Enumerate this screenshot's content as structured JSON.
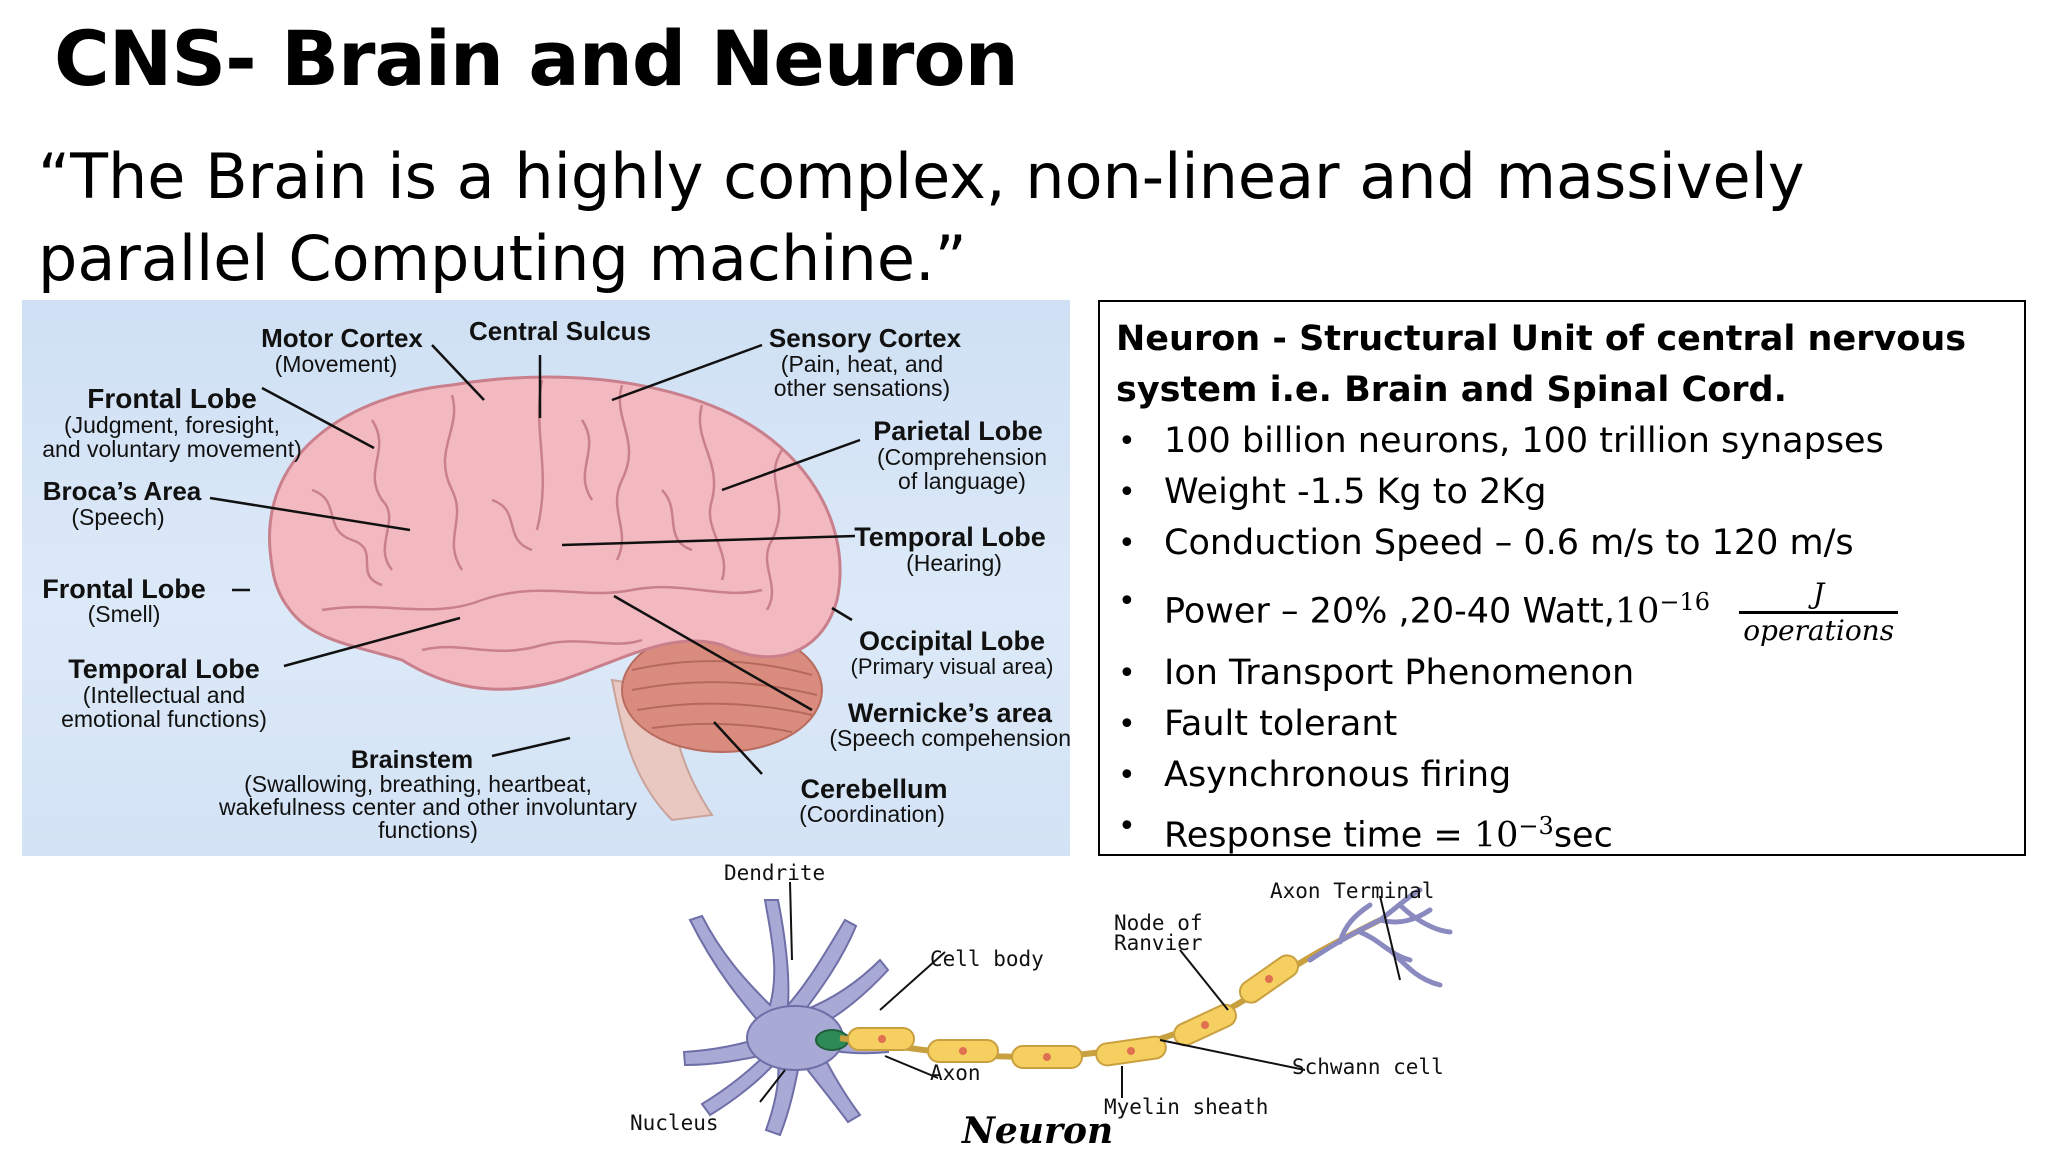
{
  "slide": {
    "title": "CNS- Brain and Neuron",
    "quote": "“The Brain is a highly complex, non-linear and massively parallel Computing machine.”"
  },
  "brain_diagram": {
    "labels": [
      {
        "name": "Motor Cortex",
        "desc": "(Movement)"
      },
      {
        "name": "Central Sulcus",
        "desc": ""
      },
      {
        "name": "Sensory Cortex",
        "desc": "(Pain, heat, and|other sensations)"
      },
      {
        "name": "Frontal Lobe",
        "desc": "(Judgment, foresight,|and voluntary movement)"
      },
      {
        "name": "Parietal Lobe",
        "desc": "(Comprehension|of language)"
      },
      {
        "name": "Broca’s Area",
        "desc": "(Speech)"
      },
      {
        "name": "Temporal Lobe",
        "desc": "(Hearing)"
      },
      {
        "name": "Frontal Lobe",
        "desc": "(Smell)"
      },
      {
        "name": "Occipital Lobe",
        "desc": "(Primary visual area)"
      },
      {
        "name": "Temporal Lobe",
        "desc": "(Intellectual and|emotional functions)"
      },
      {
        "name": "Wernicke’s area",
        "desc": "(Speech compehension)"
      },
      {
        "name": "Brainstem",
        "desc": "(Swallowing, breathing, heartbeat,|wakefulness center and other involuntary|functions)"
      },
      {
        "name": "Cerebellum",
        "desc": "(Coordination)"
      }
    ],
    "colors": {
      "cortex": "#f2b9c0",
      "cortex_fold": "#c9808c",
      "cerebellum": "#d98c7e",
      "stem": "#e8c8c0",
      "background": "#d5e4f6"
    }
  },
  "info": {
    "heading_line1": "Neuron - Structural Unit of central nervous",
    "heading_line2": "system i.e. Brain and Spinal Cord.",
    "bullets": {
      "b1": "100 billion neurons, 100 trillion synapses",
      "b2": "Weight -1.5 Kg to 2Kg",
      "b3": "Conduction Speed – 0.6 m/s to 120 m/s",
      "b4_text": "Power – 20%  ,20-40 Watt,",
      "b4_base": "10",
      "b4_exp": "−16",
      "b4_frac_num": "J",
      "b4_frac_den": "operations",
      "b5": "Ion Transport Phenomenon",
      "b6": "Fault tolerant",
      "b7": "Asynchronous firing",
      "b8_text": "Response time = ",
      "b8_base": "10",
      "b8_exp": "−3",
      "b8_unit": "sec"
    }
  },
  "neuron_diagram": {
    "labels": {
      "dendrite": "Dendrite",
      "cell_body": "Cell body",
      "node": "Node of",
      "node2": "Ranvier",
      "axon_terminal": "Axon Terminal",
      "axon": "Axon",
      "schwann": "Schwann cell",
      "nucleus": "Nucleus",
      "myelin": "Myelin sheath"
    },
    "caption": "Neuron",
    "colors": {
      "body": "#a9a9d6",
      "myelin": "#f5d060",
      "nucleus": "#2e8b57"
    }
  }
}
